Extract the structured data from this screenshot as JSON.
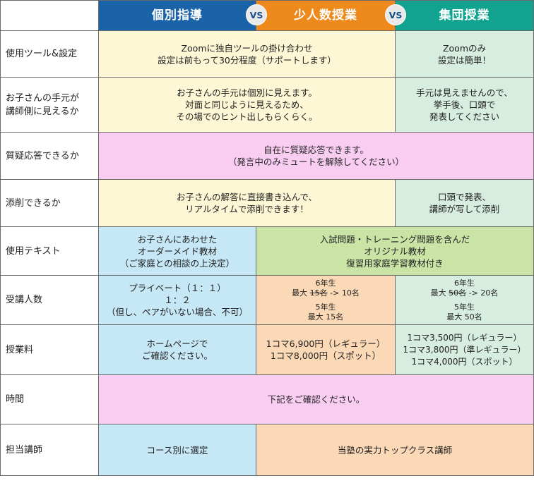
{
  "headers": {
    "col1": "個別指導",
    "col2": "少人数授業",
    "col3": "集団授業",
    "vs": "VS"
  },
  "rows": {
    "settings": {
      "label": "使用ツール&設定",
      "individual": "Zoomに独自ツールの掛け合わせ\n設定は前もって30分程度（サポートします）",
      "group": "Zoomのみ\n設定は簡単！"
    },
    "hands": {
      "label": "お子さんの手元が\n講師側に見えるか",
      "individual": "お子さんの手元は個別に見えます。\n対面と同じように見えるため、\nその場でのヒント出しもらくらく。",
      "group": "手元は見えませんので、\n挙手後、口頭で\n発表してください"
    },
    "questions": {
      "label": "質疑応答できるか",
      "all": "自在に質疑応答できます。\n（発言中のみミュートを解除してください）"
    },
    "correction": {
      "label": "添削できるか",
      "individual": "お子さんの解答に直接書き込んで、\nリアルタイムで添削できます！",
      "group": "口頭で発表、\n講師が写して添削"
    },
    "text": {
      "label": "使用テキスト",
      "individual": "お子さんにあわせた\nオーダーメイド教材\n（ご家庭との相談の上決定）",
      "others": "入試問題・トレーニング問題を含んだ\nオリジナル教材\n復習用家庭学習教材付き"
    },
    "students": {
      "label": "受講人数",
      "individual": "プライベート（１：１）\n１：２\n（但し、ペアがいない場合、不可）",
      "small": {
        "g6_title": "6年生",
        "g6_prefix": "最大 ",
        "g6_old": "15名",
        "g6_new": " -> 10名",
        "g5_title": "5年生",
        "g5_max": "最大 15名"
      },
      "group": {
        "g6_title": "6年生",
        "g6_prefix": "最大 ",
        "g6_old": "50名",
        "g6_new": " -> 20名",
        "g5_title": "5年生",
        "g5_max": "最大 50名"
      }
    },
    "fee": {
      "label": "授業料",
      "individual": "ホームページで\nご確認ください。",
      "small": "1コマ6,900円（レギュラー）\n1コマ8,000円（スポット）",
      "group": "1コマ3,500円（レギュラー）\n1コマ3,800円（準レギュラー）\n1コマ4,000円（スポット）"
    },
    "time": {
      "label": "時間",
      "all": "下記をご確認ください。"
    },
    "teacher": {
      "label": "担当講師",
      "individual": "コース別に選定",
      "others": "当塾の実力トップクラス講師"
    }
  },
  "colors": {
    "header_individual": "#1a63a8",
    "header_small": "#ee8a1c",
    "header_group": "#11a38f",
    "yellow": "#fdf7d5",
    "mint": "#d6ede0",
    "pink": "#f9cdf2",
    "blue": "#c6e7f6",
    "peach": "#fcd9b6",
    "lime": "#cae4a6"
  }
}
